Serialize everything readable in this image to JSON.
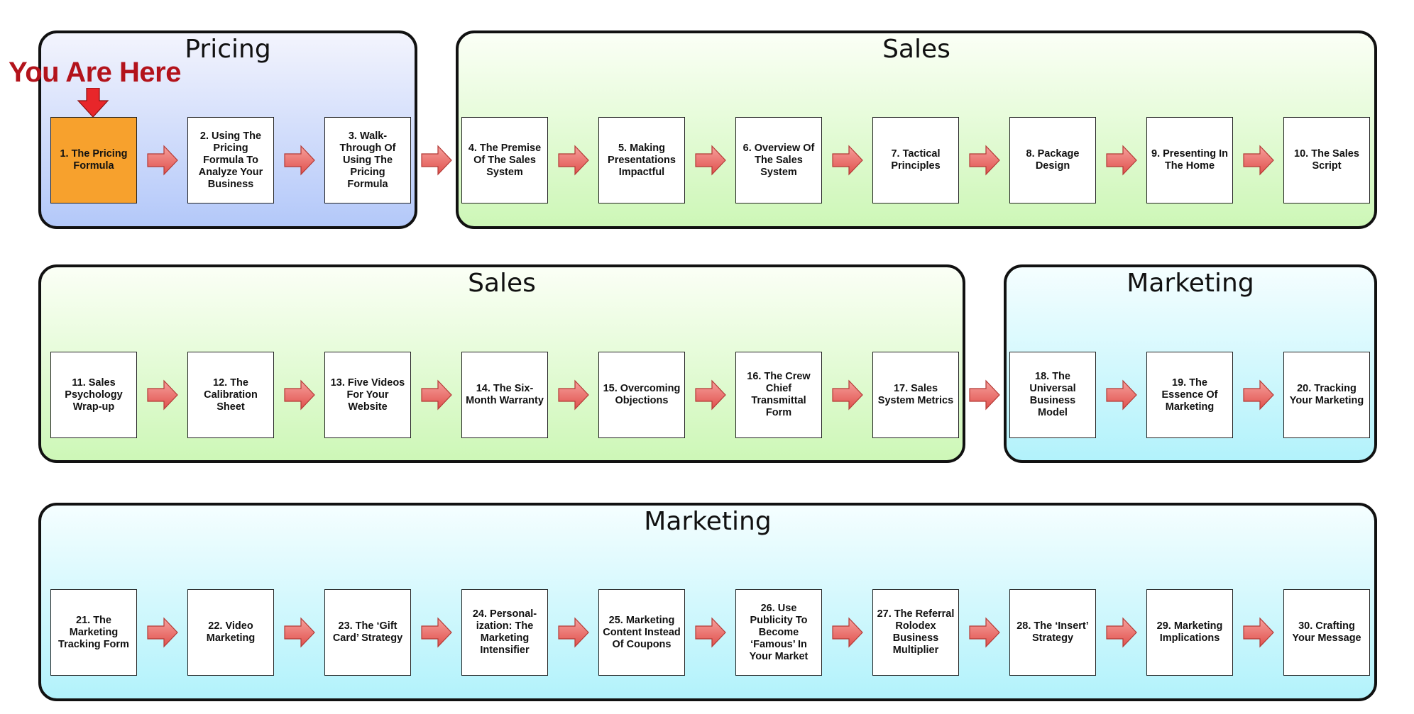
{
  "groups": [
    {
      "title": "Pricing",
      "type": "pricing"
    },
    {
      "title": "Sales",
      "type": "sales"
    },
    {
      "title": "Sales",
      "type": "sales"
    },
    {
      "title": "Marketing",
      "type": "marketing"
    },
    {
      "title": "Marketing",
      "type": "marketing"
    }
  ],
  "you_are_here": "You Are Here",
  "steps": [
    "1. The Pricing Formula",
    "2. Using The Pricing Formula To Analyze Your Business",
    "3. Walk-Through Of Using The Pricing Formula",
    "4. The Premise Of The Sales System",
    "5. Making Presentations Impactful",
    "6. Overview Of The Sales System",
    "7. Tactical Principles",
    "8. Package Design",
    "9. Presenting In The Home",
    "10. The Sales Script",
    "11. Sales Psychology Wrap-up",
    "12. The Calibration Sheet",
    "13. Five Videos For Your Website",
    "14. The Six-Month Warranty",
    "15. Overcoming Objections",
    "16. The Crew Chief Transmittal Form",
    "17. Sales System Metrics",
    "18. The Universal Business Model",
    "19. The Essence Of Marketing",
    "20. Tracking Your Marketing",
    "21. The Marketing Tracking Form",
    "22. Video Marketing",
    "23. The ‘Gift Card’ Strategy",
    "24. Personal-ization: The Marketing Intensifier",
    "25. Marketing Content Instead Of Coupons",
    "26. Use Publicity To Become ‘Famous’ In Your Market",
    "27. The Referral Rolodex Business Multiplier",
    "28. The ‘Insert’ Strategy",
    "29. Marketing Implications",
    "30. Crafting Your Message"
  ],
  "current_step": 1,
  "colors": {
    "current_step": "#f7a12d",
    "you_are_here": "#b3131b",
    "flow_arrow": "#ec6e6a",
    "pricing_bg": "#b3c8f9",
    "sales_bg": "#cdf7b7",
    "marketing_bg": "#b2f2fb"
  }
}
